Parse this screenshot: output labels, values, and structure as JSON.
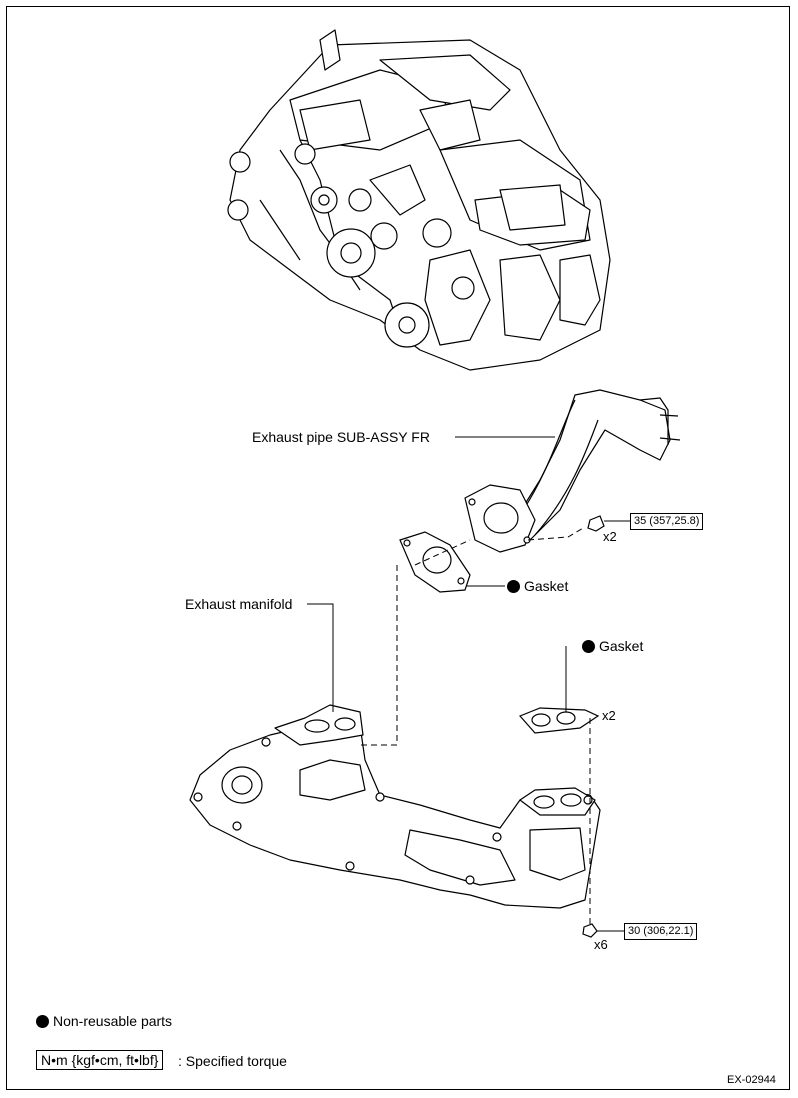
{
  "labels": {
    "exhaust_pipe": "Exhaust pipe SUB-ASSY FR",
    "exhaust_manifold": "Exhaust manifold",
    "gasket_upper": "Gasket",
    "gasket_lower": "Gasket"
  },
  "fasteners": {
    "nut_torque": "35 (357,25.8)",
    "nut_qty": "x2",
    "gasket_qty": "x2",
    "bolt_torque": "30 (306,22.1)",
    "bolt_qty": "x6"
  },
  "legend": {
    "non_reusable": "Non-reusable parts",
    "torque_unit": "N•m {kgf•cm, ft•lbf}",
    "torque_desc": ": Specified torque"
  },
  "figure_code": "EX-02944"
}
